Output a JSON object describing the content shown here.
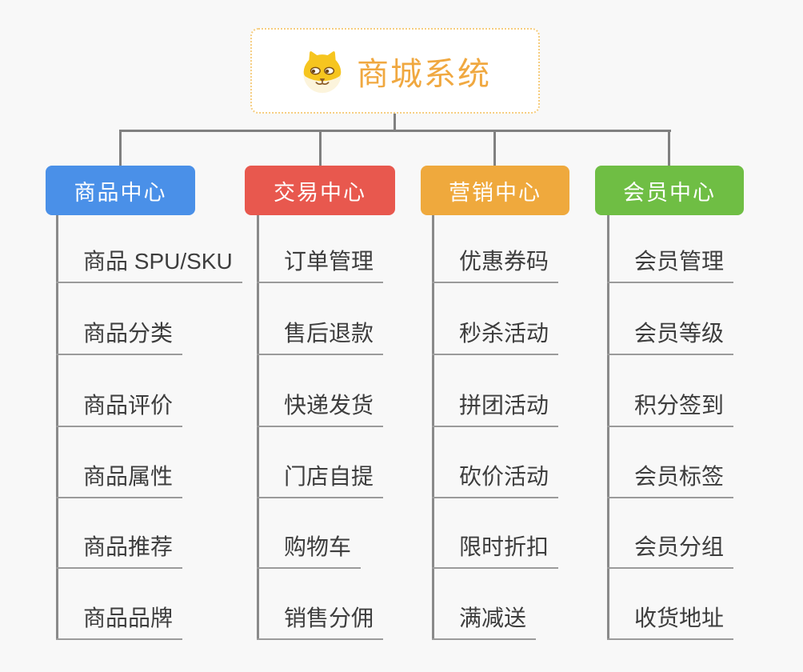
{
  "root": {
    "label": "商城系统",
    "icon": "shiba-dog-icon"
  },
  "branches": [
    {
      "label": "商品中心",
      "color": "#4A90E8",
      "children": [
        "商品 SPU/SKU",
        "商品分类",
        "商品评价",
        "商品属性",
        "商品推荐",
        "商品品牌"
      ]
    },
    {
      "label": "交易中心",
      "color": "#E8584E",
      "children": [
        "订单管理",
        "售后退款",
        "快递发货",
        "门店自提",
        "购物车",
        "销售分佣"
      ]
    },
    {
      "label": "营销中心",
      "color": "#EFA93D",
      "children": [
        "优惠券码",
        "秒杀活动",
        "拼团活动",
        "砍价活动",
        "限时折扣",
        "满减送"
      ]
    },
    {
      "label": "会员中心",
      "color": "#6FBE44",
      "children": [
        "会员管理",
        "会员等级",
        "积分签到",
        "会员标签",
        "会员分组",
        "收货地址"
      ]
    }
  ],
  "colors": {
    "background": "#F8F8F8",
    "root_text": "#F0A840",
    "root_border": "#F6CD7F",
    "connector": "#808080",
    "child_underline": "#9B9B9B",
    "child_text": "#3D3D3D",
    "branch_text": "#FFFFFF"
  }
}
